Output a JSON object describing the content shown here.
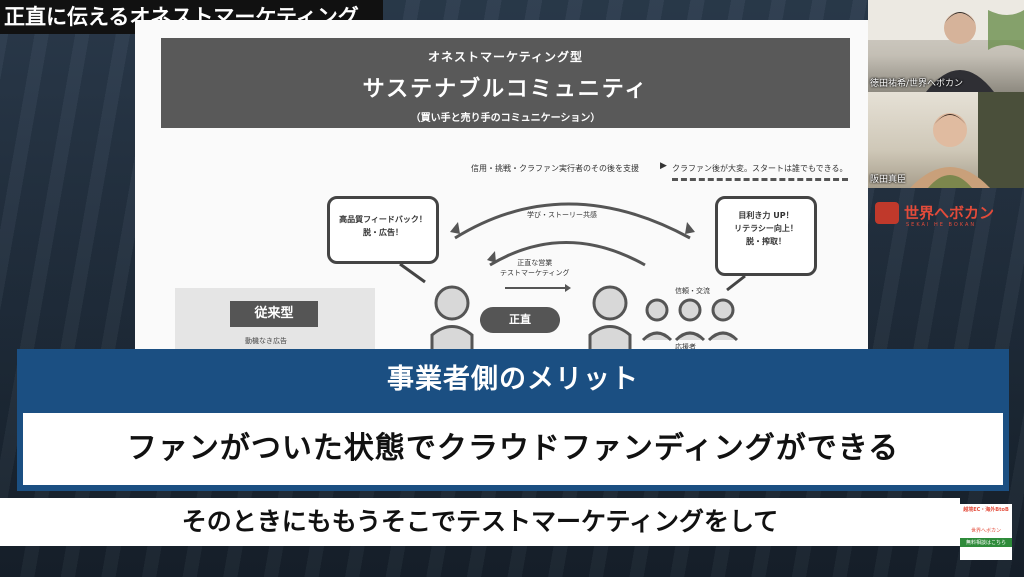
{
  "title_tag": "正直に伝えるオネストマーケティング",
  "slide": {
    "header_line1": "オネストマーケティング型",
    "header_line2": "サステナブルコミュニティ",
    "header_line3": "（買い手と売り手のコミュニケーション）",
    "note_left": "信用・挑戦・クラファン実行者のその後を支援",
    "note_arrow": "▶",
    "note_right": "クラファン後が大変。スタートは誰でもできる。",
    "bubble_left": [
      "高品質フィードバック！",
      "脱・広告！"
    ],
    "bubble_right": [
      "目利き力 UP！",
      "リテラシー向上！",
      "脱・搾取！"
    ],
    "arc_top_label": "学び・ストーリー共感",
    "arc_mid_label": [
      "正直な営業",
      "テストマーケティング"
    ],
    "people_label": "信頼・交流",
    "honest_label": "正直",
    "supporters_label": "応援者",
    "traditional_label": "従来型",
    "traditional_sub": "動機なき広告"
  },
  "webcams": {
    "cam1_name": "徳田祐希/世界へボカン",
    "cam2_name": "阪田真臣"
  },
  "brand": {
    "name": "世界へボカン",
    "sub": "SEKAI HE BOKAN"
  },
  "caption": {
    "merit_title": "事業者側のメリット",
    "merit_text": "ファンがついた状態でクラウドファンディングができる",
    "subtitle": "そのときにももうそこでテストマーケティングをして"
  },
  "corner_ad": {
    "top": "越境EC・海外BtoB",
    "mid": "世界へボカン",
    "bot": "無料相談はこちら"
  }
}
